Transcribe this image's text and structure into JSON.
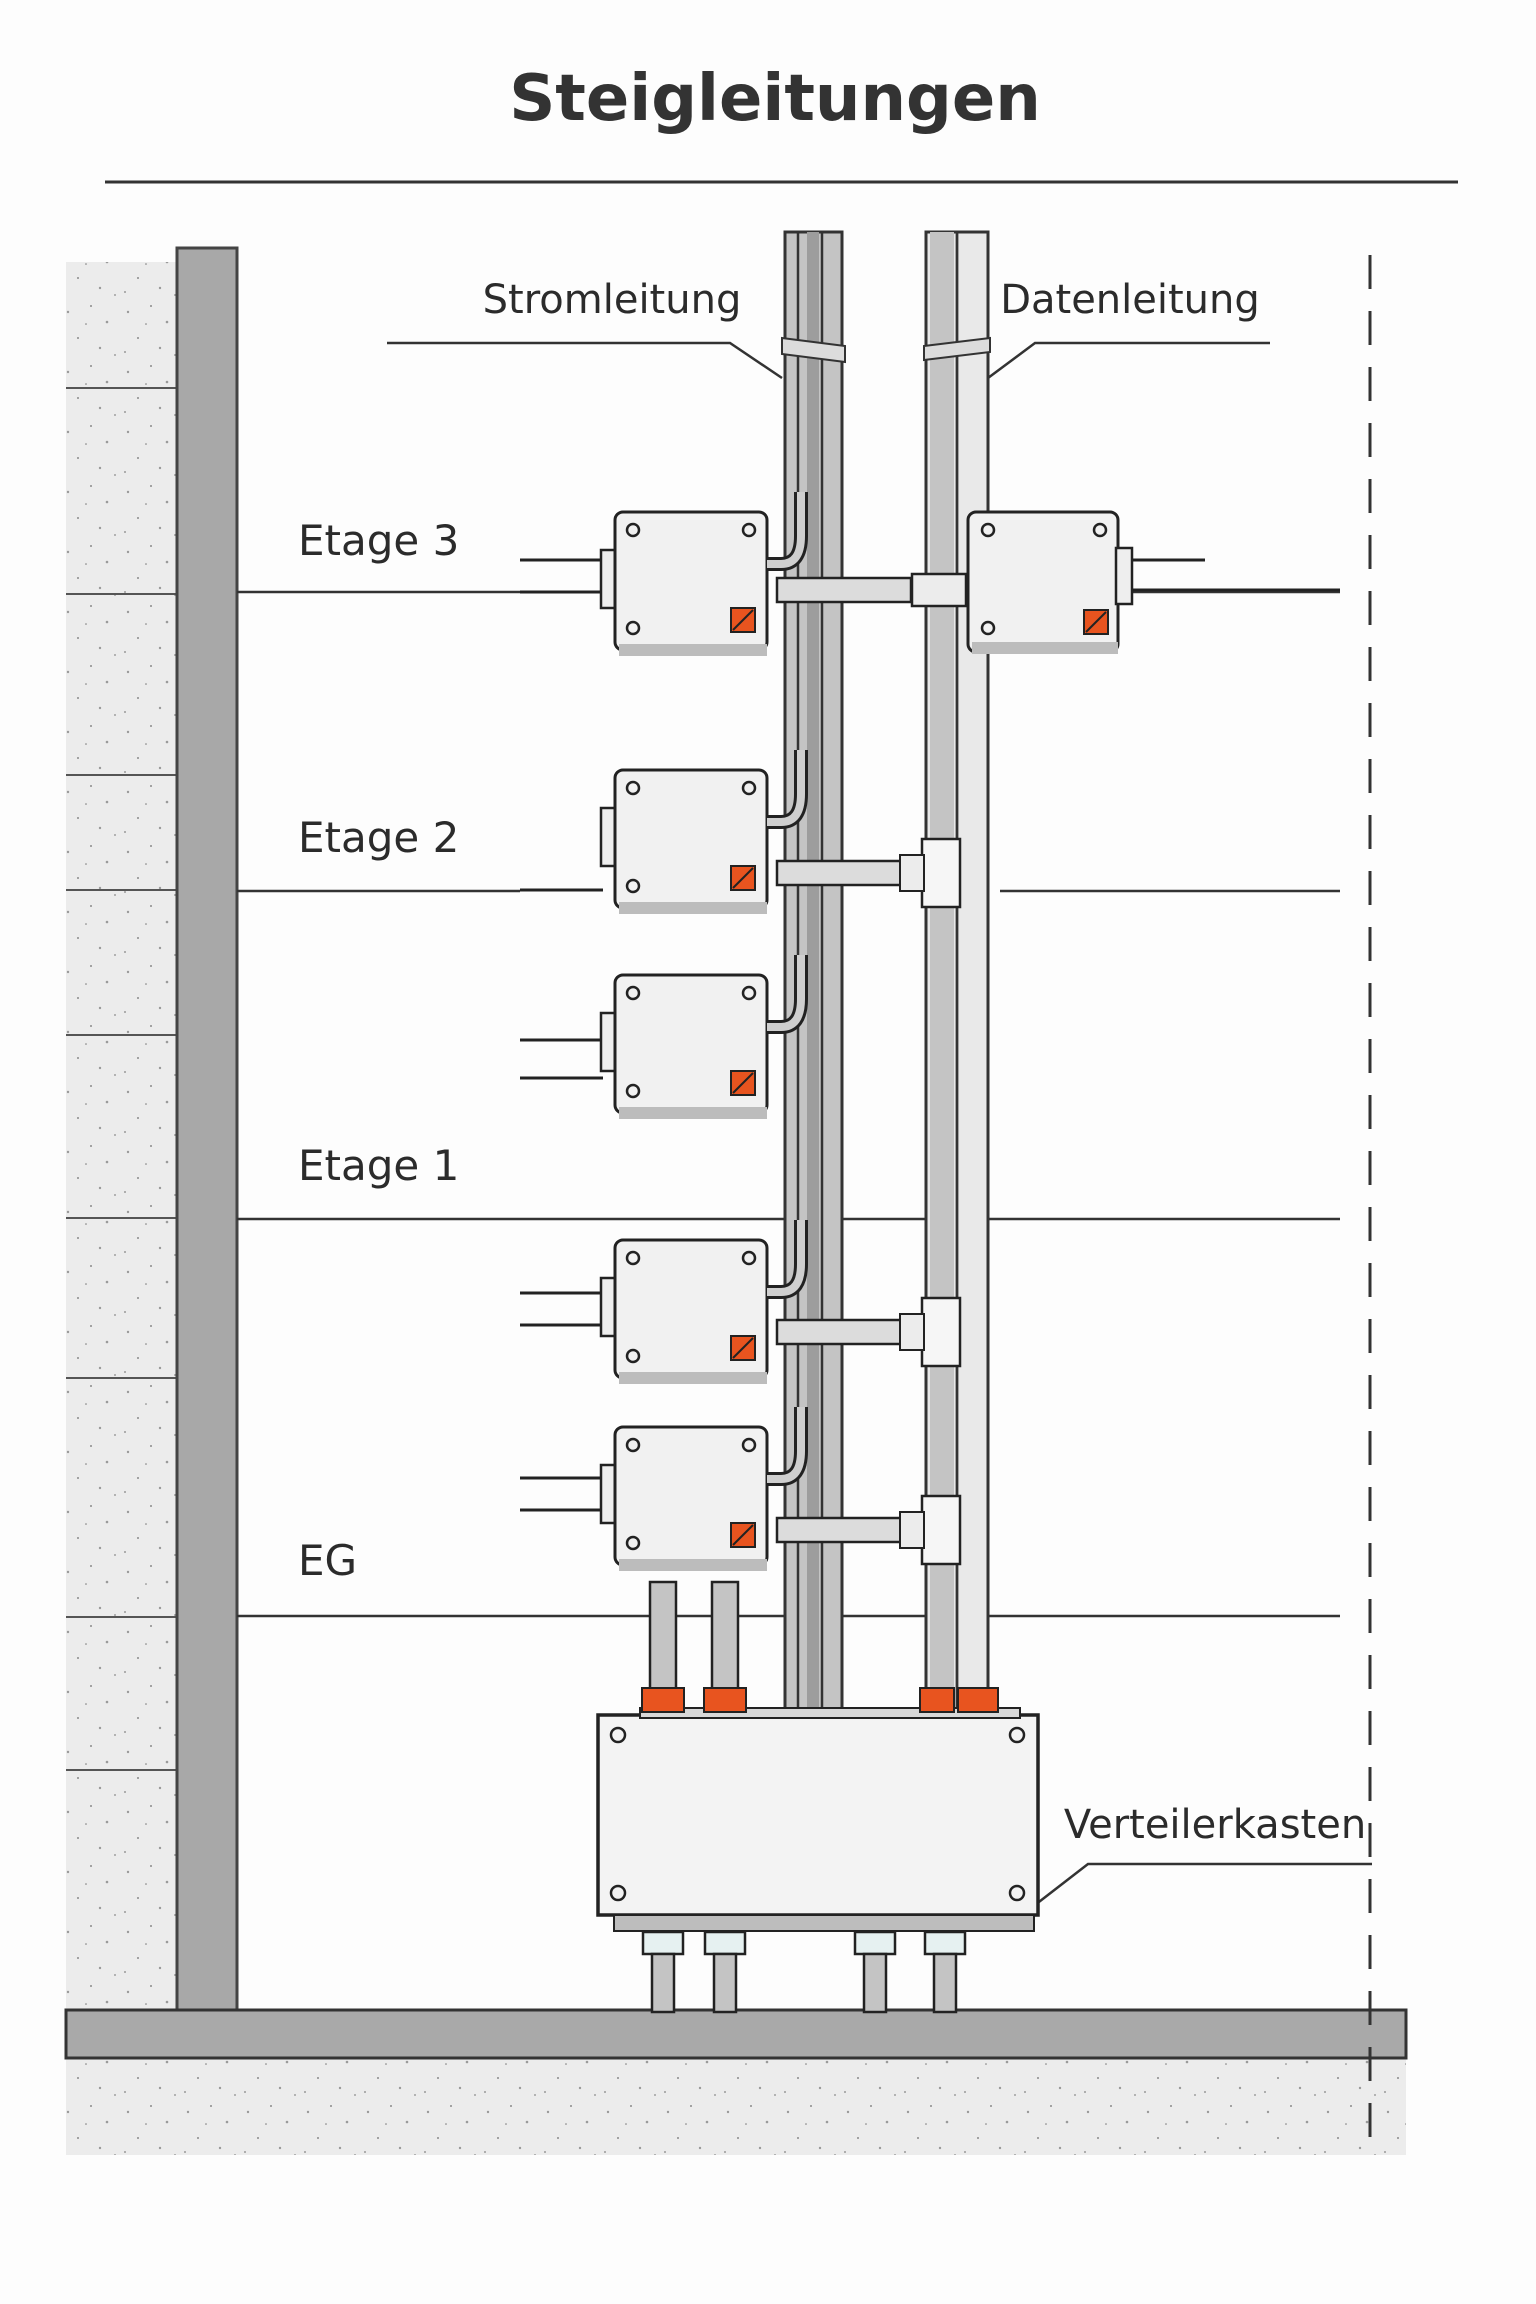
{
  "title": "Steigleitungen",
  "labels": {
    "power_line": "Stromleitung",
    "data_line": "Datenleitung",
    "distribution_box": "Verteilerkasten"
  },
  "floors": [
    {
      "label": "Etage 3"
    },
    {
      "label": "Etage 2"
    },
    {
      "label": "Etage 1"
    },
    {
      "label": "EG"
    }
  ],
  "colors": {
    "accent_orange": "#e8541f",
    "pipe_grey": "#b9b9b9",
    "box_fill": "#f1f1f1",
    "wall_grey": "#a8a8a8",
    "line_dark": "#222222"
  }
}
